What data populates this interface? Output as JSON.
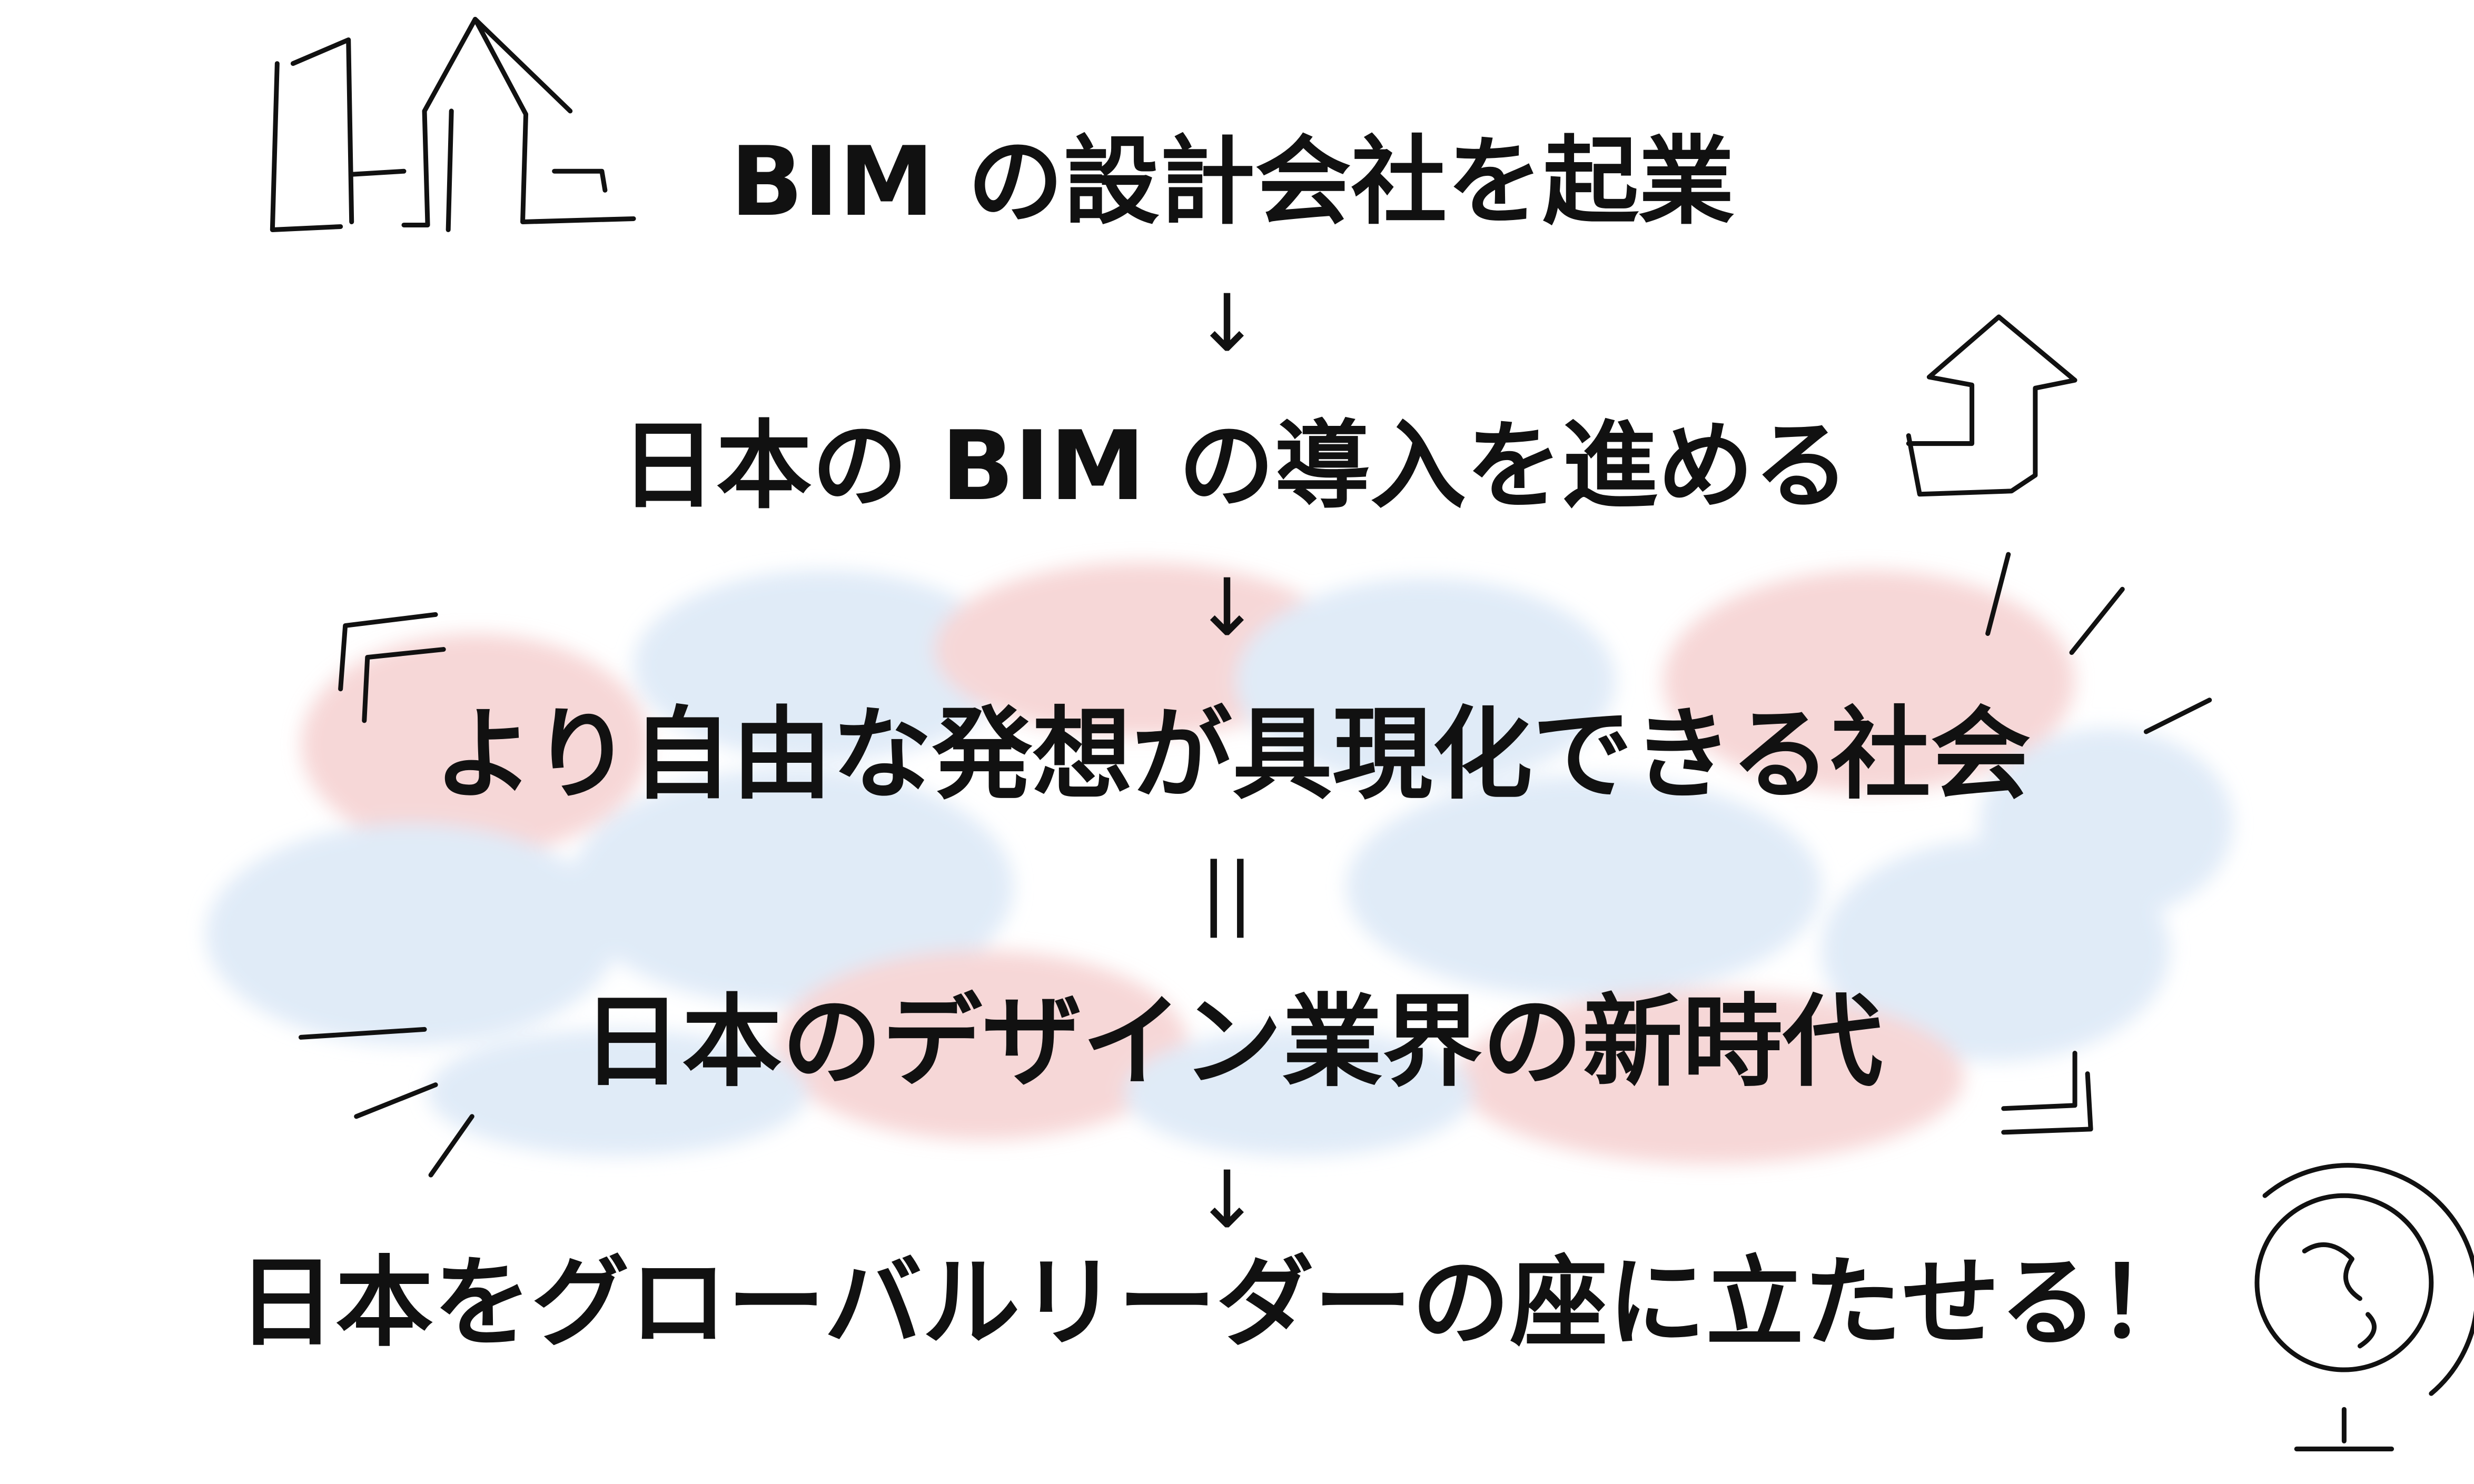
{
  "steps": [
    "BIM の設計会社を起業",
    "日本の BIM の導入を進める",
    "より自由な発想が具現化できる社会",
    "日本のデザイン業界の新時代",
    "日本をグローバルリーダーの座に立たせる！"
  ],
  "connectors": {
    "arrow": "↓",
    "equals": "||"
  },
  "colors": {
    "pink_wash": "#f6d3d3",
    "blue_wash": "#dde9f7",
    "ink": "#111111"
  }
}
